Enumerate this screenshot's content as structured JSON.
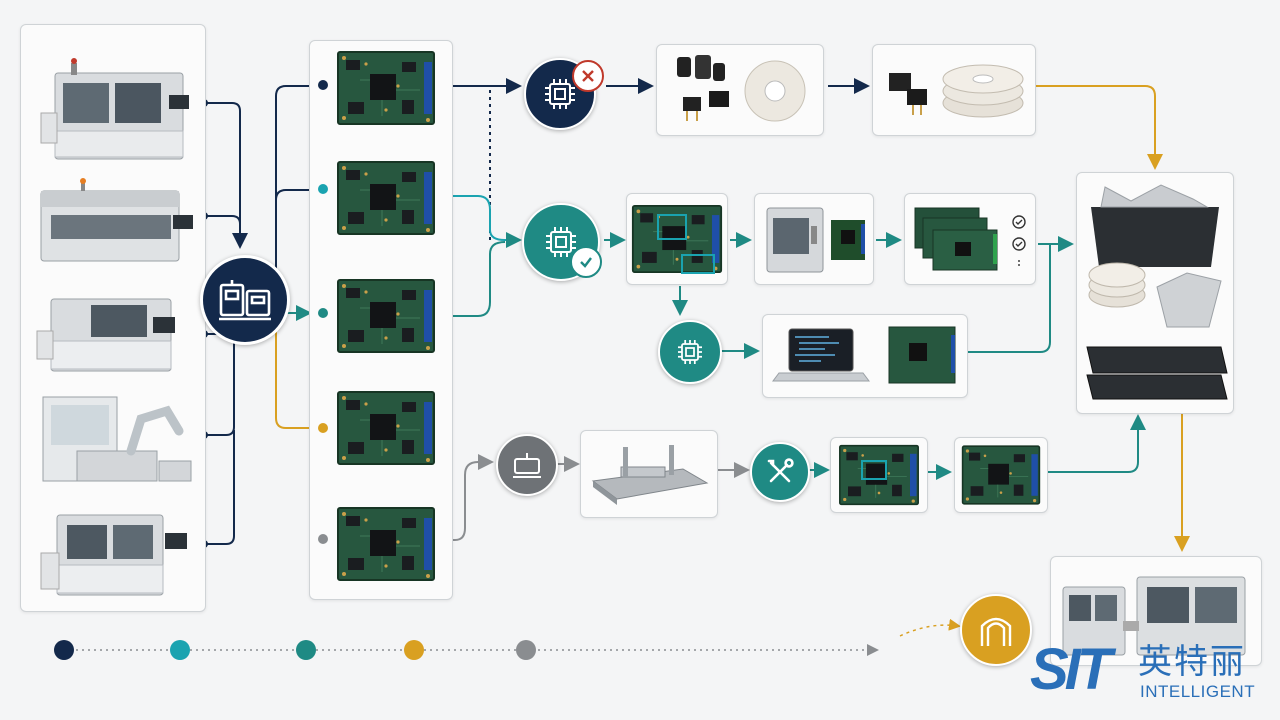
{
  "colors": {
    "navy": "#13294b",
    "cyan": "#1aa3b0",
    "teal": "#1f8a84",
    "gold": "#d9a021",
    "gray": "#8a8d90"
  },
  "icons": {
    "hub": "production-line-icon",
    "reject": "chip-reject-icon",
    "approve": "chip-approve-icon",
    "program": "chip-program-icon",
    "fixture": "fixture-icon",
    "repair": "repair-tools-icon",
    "gate": "archway-icon"
  },
  "logo": {
    "brand": "SIT",
    "chinese": "英特丽",
    "english": "INTELLIGENT"
  }
}
